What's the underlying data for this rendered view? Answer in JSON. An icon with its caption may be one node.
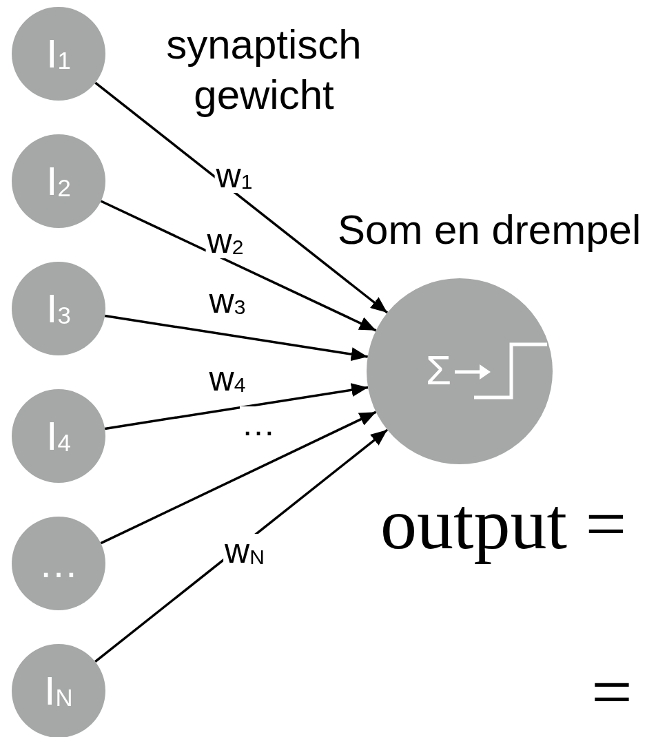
{
  "diagram": {
    "nodes": [
      {
        "text": [
          "I$_{1}$"
        ]
      },
      {
        "text": [
          "I$_{2}$"
        ]
      },
      {
        "text": [
          "I$_{3}$"
        ]
      },
      {
        "text": [
          "I$_{4}$"
        ]
      },
      {
        "text": [
          "…"
        ]
      },
      {
        "text": [
          "I$_{N}$"
        ]
      },
      {
        "text": [
          "Som en drempel",
          "Σ"
        ]
      }
    ],
    "edges": [
      {
        "from": 0,
        "to": 6,
        "arrow": "to",
        "label": "w$_{1}$"
      },
      {
        "from": 1,
        "to": 6,
        "arrow": "to",
        "label": "w$_{2}$"
      },
      {
        "from": 2,
        "to": 6,
        "arrow": "to",
        "label": "w$_{3}$"
      },
      {
        "from": 3,
        "to": 6,
        "arrow": "to",
        "label": "w$_{4}$"
      },
      {
        "from": 4,
        "to": 6,
        "arrow": "to",
        "label": "…"
      },
      {
        "from": 5,
        "to": 6,
        "arrow": "to",
        "label": "w$_{N}$"
      }
    ],
    "labels": [
      "synaptisch gewicht",
      "output =",
      "="
    ]
  }
}
